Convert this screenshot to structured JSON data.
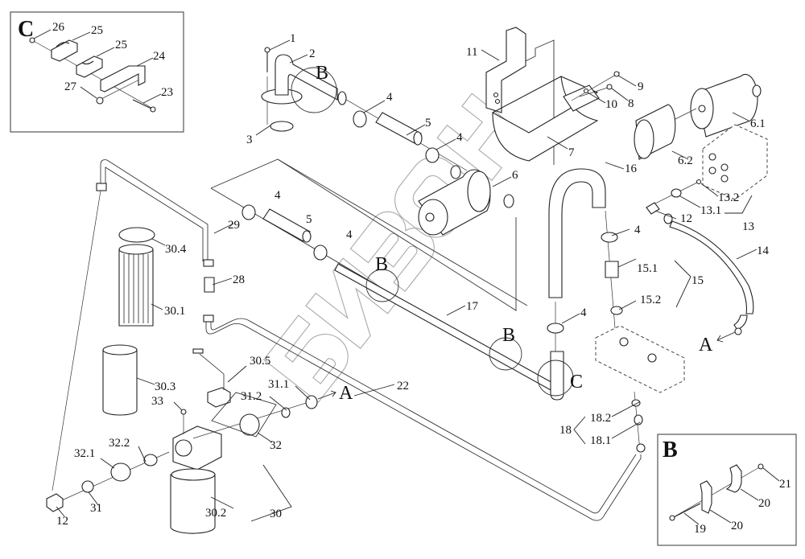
{
  "diagram": {
    "title": "Hydraulic system exploded parts diagram",
    "watermark": "БИЗОН",
    "line_color": "#222222",
    "watermark_color": "#9a9a9a"
  },
  "insets": {
    "C": {
      "letter": "C",
      "labels": [
        "26",
        "25",
        "25",
        "24",
        "27",
        "23"
      ]
    },
    "B": {
      "letter": "B",
      "labels": [
        "21",
        "20",
        "20",
        "19"
      ]
    }
  },
  "callouts": {
    "p1": "1",
    "p2": "2",
    "p3": "3",
    "p4a": "4",
    "p4b": "4",
    "p4c": "4",
    "p4d": "4",
    "p4e": "4",
    "p4f": "4",
    "p5a": "5",
    "p5b": "5",
    "p6": "6",
    "p6_1": "6.1",
    "p6_2": "6.2",
    "p7": "7",
    "p8": "8",
    "p9": "9",
    "p10": "10",
    "p11": "11",
    "p12a": "12",
    "p12b": "12",
    "p13": "13",
    "p13_1": "13.1",
    "p13_2": "13.2",
    "p14": "14",
    "p15": "15",
    "p15_1": "15.1",
    "p15_2": "15.2",
    "p16": "16",
    "p17": "17",
    "p18": "18",
    "p18_1": "18.1",
    "p18_2": "18.2",
    "p22": "22",
    "p28": "28",
    "p29": "29",
    "p30": "30",
    "p30_1": "30.1",
    "p30_2": "30.2",
    "p30_3": "30.3",
    "p30_4": "30.4",
    "p30_5": "30.5",
    "p31": "31",
    "p31_1": "31.1",
    "p31_2": "31.2",
    "p32": "32",
    "p32_1": "32.1",
    "p32_2": "32.2",
    "p33": "33"
  },
  "reference_marks": {
    "B1": "B",
    "B2": "B",
    "B3": "B",
    "C1": "C",
    "A1": "A",
    "A2": "A"
  }
}
